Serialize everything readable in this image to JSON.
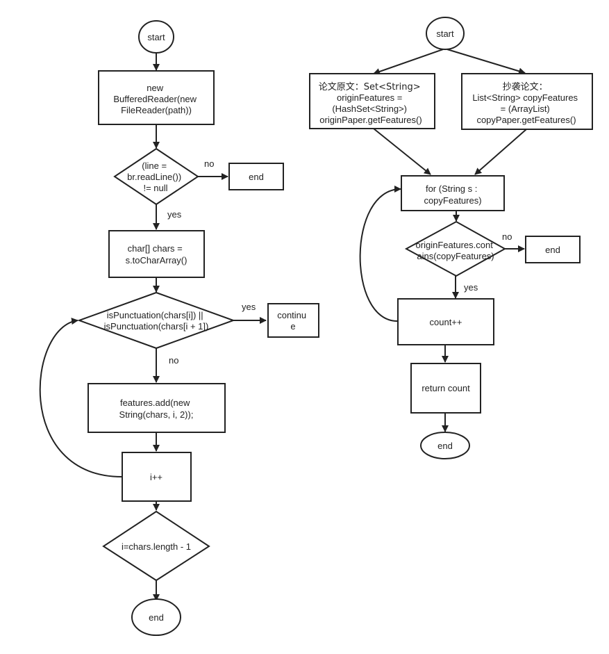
{
  "left_flow": {
    "start": "start",
    "new_reader": [
      "new",
      "BufferedReader(new",
      "FileReader(path))"
    ],
    "readline_cond": [
      "(line =",
      "br.readLine())",
      "!= null"
    ],
    "end_top": "end",
    "label_no_1": "no",
    "label_yes_1": "yes",
    "chars": [
      "char[] chars =",
      "s.toCharArray()"
    ],
    "punct_cond": [
      "isPunctuation(chars[i]) ||",
      "isPunctuation(chars[i + 1])"
    ],
    "label_yes_2": "yes",
    "continue": [
      "continu",
      "e"
    ],
    "label_no_2": "no",
    "features_add": [
      "features.add(new",
      "String(chars, i, 2));"
    ],
    "increment": "i++",
    "length_cond": "i=chars.length - 1",
    "end_bottom": "end"
  },
  "right_flow": {
    "start": "start",
    "origin_box": [
      "论文原文：Set<String>",
      "originFeatures =",
      "(HashSet<String>)",
      "originPaper.getFeatures()"
    ],
    "copy_box": [
      "抄袭论文：",
      "List<String> copyFeatures",
      "= (ArrayList)",
      "copyPaper.getFeatures()"
    ],
    "for_loop": [
      "for (String s :",
      "copyFeatures)"
    ],
    "contains_cond": [
      "originFeatures.cont",
      "ains(copyFeatures)"
    ],
    "label_no": "no",
    "end_mid": "end",
    "label_yes": "yes",
    "count": "count++",
    "return": "return count",
    "end_bottom": "end"
  }
}
